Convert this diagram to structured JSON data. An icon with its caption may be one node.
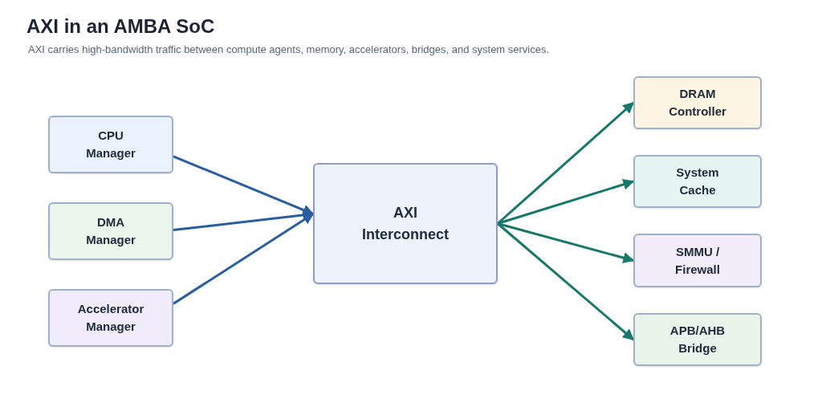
{
  "diagram": {
    "title": "AXI in an AMBA SoC",
    "caption": "AXI carries high-bandwidth traffic between compute agents, memory, accelerators, bridges, and system services.",
    "nodes": [
      {
        "text": [
          "CPU Manager"
        ]
      },
      {
        "text": [
          "DMA Manager"
        ]
      },
      {
        "text": [
          "Accelerator Manager"
        ]
      },
      {
        "text": [
          "AXI Interconnect"
        ]
      },
      {
        "text": [
          "DRAM Controller"
        ]
      },
      {
        "text": [
          "System Cache"
        ]
      },
      {
        "text": [
          "SMMU / Firewall"
        ]
      },
      {
        "text": [
          "APB/AHB Bridge"
        ]
      }
    ],
    "edges": [
      {
        "from": 0,
        "to": 3,
        "arrow": "to",
        "color": "#2b5e9e"
      },
      {
        "from": 1,
        "to": 3,
        "arrow": "to",
        "color": "#2b5e9e"
      },
      {
        "from": 2,
        "to": 3,
        "arrow": "to",
        "color": "#2b5e9e"
      },
      {
        "from": 3,
        "to": 4,
        "arrow": "to",
        "color": "#17786a"
      },
      {
        "from": 3,
        "to": 5,
        "arrow": "to",
        "color": "#17786a"
      },
      {
        "from": 3,
        "to": 6,
        "arrow": "to",
        "color": "#17786a"
      },
      {
        "from": 3,
        "to": 7,
        "arrow": "to",
        "color": "#17786a"
      }
    ]
  }
}
